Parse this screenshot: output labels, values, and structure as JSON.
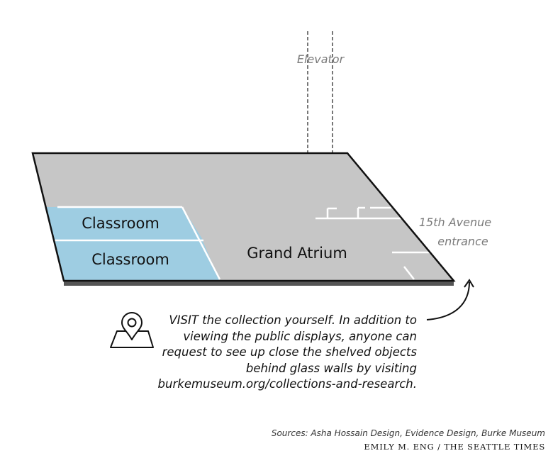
{
  "diagram": {
    "elevator_label": "Elevator",
    "rooms": {
      "classroom_upper": "Classroom",
      "classroom_lower": "Classroom",
      "grand_atrium": "Grand Atrium"
    },
    "entrance_label_lines": [
      "15th Avenue",
      "entrance"
    ],
    "colors": {
      "floor": "#c6c6c6",
      "classroom": "#9ecde2",
      "floor_edge": "#555555",
      "outline": "#111111",
      "wall": "#ffffff"
    },
    "icons": [
      "map-pin-icon",
      "curved-arrow-icon"
    ]
  },
  "visit": {
    "lines": [
      "VISIT the collection yourself. In addition to",
      "viewing the public displays, anyone can",
      "request to see up close the shelved objects",
      "behind glass walls by visiting",
      "burkemuseum.org/collections-and-research."
    ]
  },
  "credits": {
    "sources": "Sources: Asha Hossain Design, Evidence Design, Burke Museum",
    "byline": "EMILY M. ENG / THE SEATTLE TIMES"
  }
}
